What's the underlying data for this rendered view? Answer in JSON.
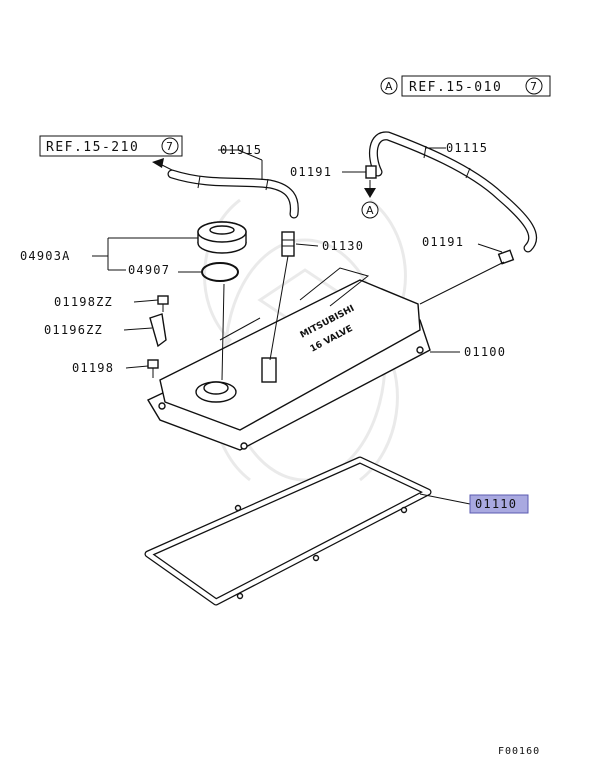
{
  "labels": {
    "ref_top": "REF.15-010",
    "ref_top_num": "7",
    "ref_top_letter": "A",
    "ref_left": "REF.15-210",
    "ref_left_num": "7",
    "arrow_letter": "A",
    "p01915": "01915",
    "p01115": "01115",
    "p01191_a": "01191",
    "p01191_b": "01191",
    "p01130": "01130",
    "p04903A": "04903A",
    "p04907": "04907",
    "p01198ZZ": "01198ZZ",
    "p01196ZZ": "01196ZZ",
    "p01198": "01198",
    "p01100": "01100",
    "p01110": "01110",
    "cover_brand": "MITSUBISHI",
    "cover_text": "16 VALVE"
  },
  "highlight": {
    "part": "01110",
    "color": "#a9a9e0"
  },
  "figure_code": "F00160"
}
